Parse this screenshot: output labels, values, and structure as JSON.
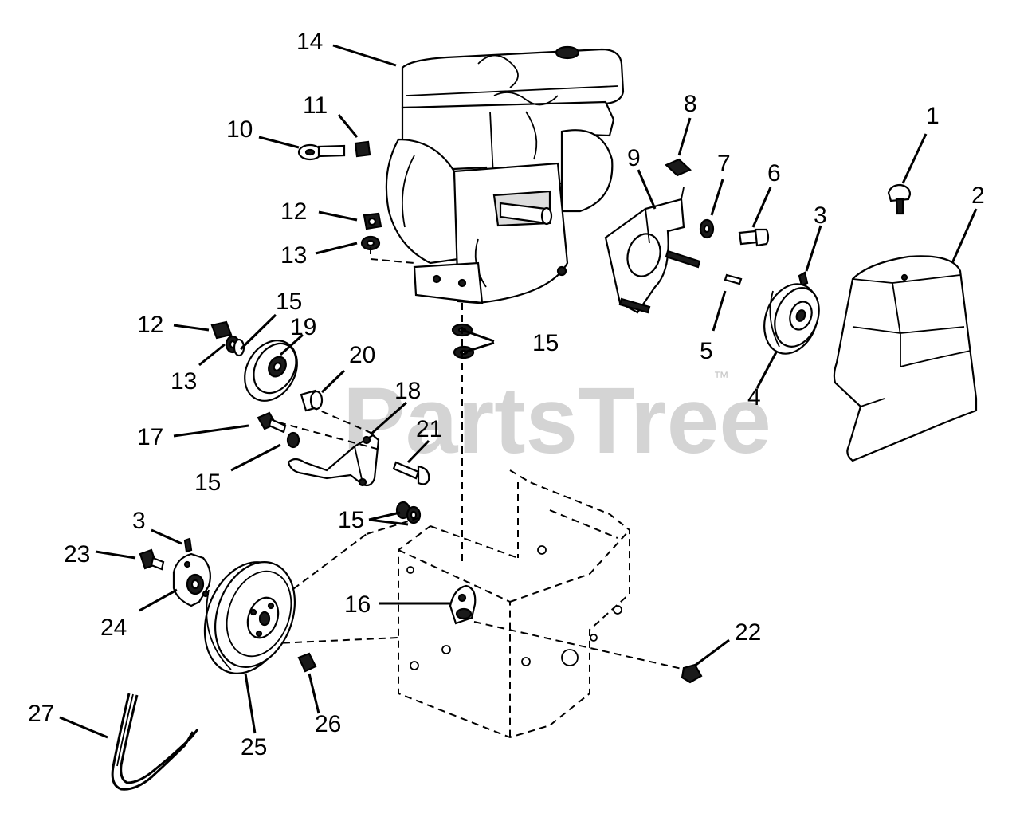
{
  "watermark": {
    "text": "PartsTree",
    "trademark": "™"
  },
  "callouts": [
    {
      "id": "c1",
      "label": "1"
    },
    {
      "id": "c2",
      "label": "2"
    },
    {
      "id": "c3a",
      "label": "3"
    },
    {
      "id": "c3b",
      "label": "3"
    },
    {
      "id": "c4",
      "label": "4"
    },
    {
      "id": "c5",
      "label": "5"
    },
    {
      "id": "c6",
      "label": "6"
    },
    {
      "id": "c7",
      "label": "7"
    },
    {
      "id": "c8",
      "label": "8"
    },
    {
      "id": "c9",
      "label": "9"
    },
    {
      "id": "c10",
      "label": "10"
    },
    {
      "id": "c11",
      "label": "11"
    },
    {
      "id": "c12a",
      "label": "12"
    },
    {
      "id": "c12b",
      "label": "12"
    },
    {
      "id": "c13a",
      "label": "13"
    },
    {
      "id": "c13b",
      "label": "13"
    },
    {
      "id": "c14",
      "label": "14"
    },
    {
      "id": "c15a",
      "label": "15"
    },
    {
      "id": "c15b",
      "label": "15"
    },
    {
      "id": "c15c",
      "label": "15"
    },
    {
      "id": "c15d",
      "label": "15"
    },
    {
      "id": "c16",
      "label": "16"
    },
    {
      "id": "c17",
      "label": "17"
    },
    {
      "id": "c18",
      "label": "18"
    },
    {
      "id": "c19",
      "label": "19"
    },
    {
      "id": "c20",
      "label": "20"
    },
    {
      "id": "c21",
      "label": "21"
    },
    {
      "id": "c22",
      "label": "22"
    },
    {
      "id": "c23",
      "label": "23"
    },
    {
      "id": "c24",
      "label": "24"
    },
    {
      "id": "c25",
      "label": "25"
    },
    {
      "id": "c26",
      "label": "26"
    },
    {
      "id": "c27",
      "label": "27"
    }
  ]
}
